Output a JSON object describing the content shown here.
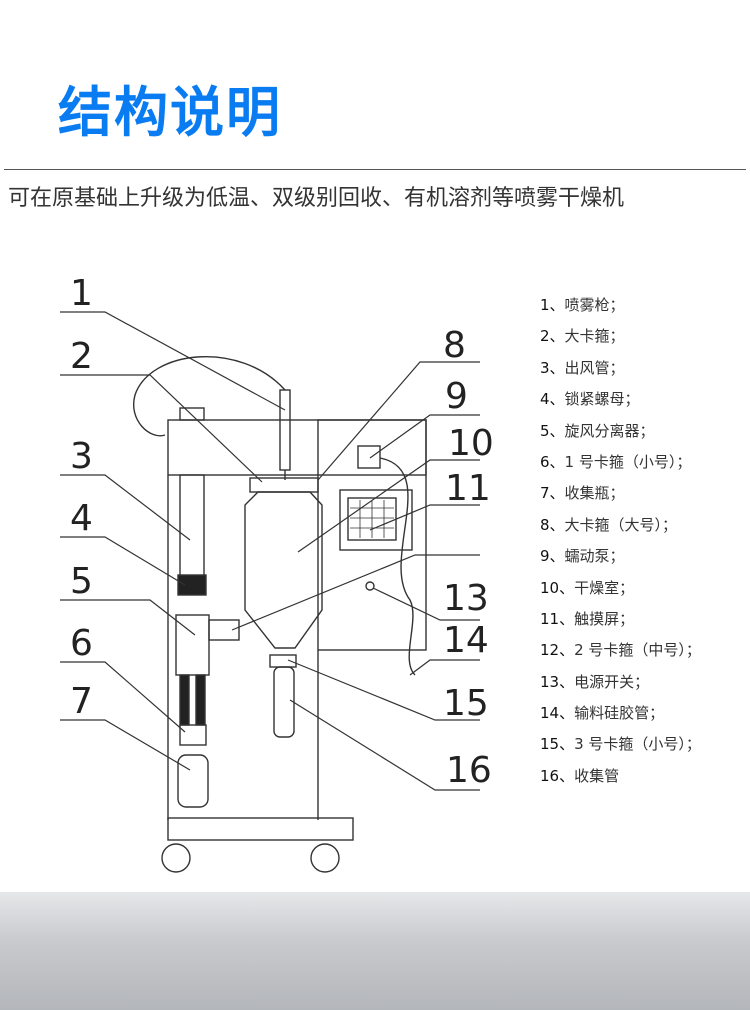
{
  "header": {
    "title": "结构说明",
    "subtitle": "可在原基础上升级为低温、双级别回收、有机溶剂等喷雾干燥机"
  },
  "diagram": {
    "callouts": [
      "1",
      "2",
      "3",
      "4",
      "5",
      "6",
      "7",
      "8",
      "9",
      "10",
      "11",
      "13",
      "14",
      "15",
      "16"
    ]
  },
  "legend": [
    {
      "n": "1、",
      "t": "喷雾枪；"
    },
    {
      "n": "2、",
      "t": "大卡箍；"
    },
    {
      "n": "3、",
      "t": "出风管；"
    },
    {
      "n": "4、",
      "t": "锁紧螺母；"
    },
    {
      "n": "5、",
      "t": "旋风分离器；"
    },
    {
      "n": "6、",
      "t": "1 号卡箍（小号）；"
    },
    {
      "n": "7、",
      "t": "收集瓶；"
    },
    {
      "n": "8、",
      "t": "大卡箍（大号）；"
    },
    {
      "n": "9、",
      "t": "蠕动泵；"
    },
    {
      "n": "10、",
      "t": "干燥室；"
    },
    {
      "n": "11、",
      "t": "触摸屏；"
    },
    {
      "n": "12、",
      "t": "2 号卡箍（中号）；"
    },
    {
      "n": "13、",
      "t": "电源开关；"
    },
    {
      "n": "14、",
      "t": "输料硅胶管；"
    },
    {
      "n": "15、",
      "t": "3 号卡箍（小号）；"
    },
    {
      "n": "16、",
      "t": "收集管"
    }
  ],
  "colors": {
    "title": "#0a7cf2"
  }
}
